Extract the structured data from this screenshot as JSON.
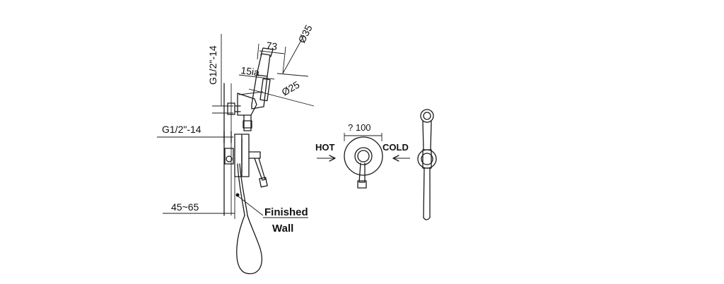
{
  "labels": {
    "thread_vertical": "G1/2\"-14",
    "thread_horizontal": "G1/2\"-14",
    "dim_73": "73",
    "dim_d35": "Ø35",
    "dim_15ia": "15ia",
    "dim_d25": "Ø25",
    "dim_45_65": "45~65",
    "finished": "Finished",
    "wall": "Wall",
    "dim_100": "? 100",
    "hot": "HOT",
    "cold": "COLD"
  }
}
